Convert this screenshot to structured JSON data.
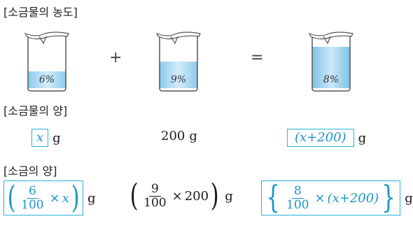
{
  "headers": {
    "concentration": "[소금물의 농도]",
    "saltwater_amount": "[소금물의 양]",
    "salt_amount": "[소금의 양]"
  },
  "beakers": [
    {
      "label": "6%",
      "level": 0.33
    },
    {
      "label": "9%",
      "level": 0.52
    },
    {
      "label": "8%",
      "level": 0.8
    }
  ],
  "operators": {
    "plus": "+",
    "equals": "="
  },
  "amounts": {
    "unknown": "x",
    "fixed": "200",
    "total": "(x+200)",
    "unit": "g"
  },
  "salt": {
    "left": {
      "num": "6",
      "den": "100",
      "var": "x"
    },
    "middle": {
      "num": "9",
      "den": "100",
      "mult": "200"
    },
    "right": {
      "num": "8",
      "den": "100",
      "expr": "(x+200)"
    },
    "times": "×",
    "unit": "g"
  },
  "colors": {
    "accent": "#2ab3d8",
    "water_light": "#cfe9f8",
    "water_dark": "#7fc3ea"
  }
}
